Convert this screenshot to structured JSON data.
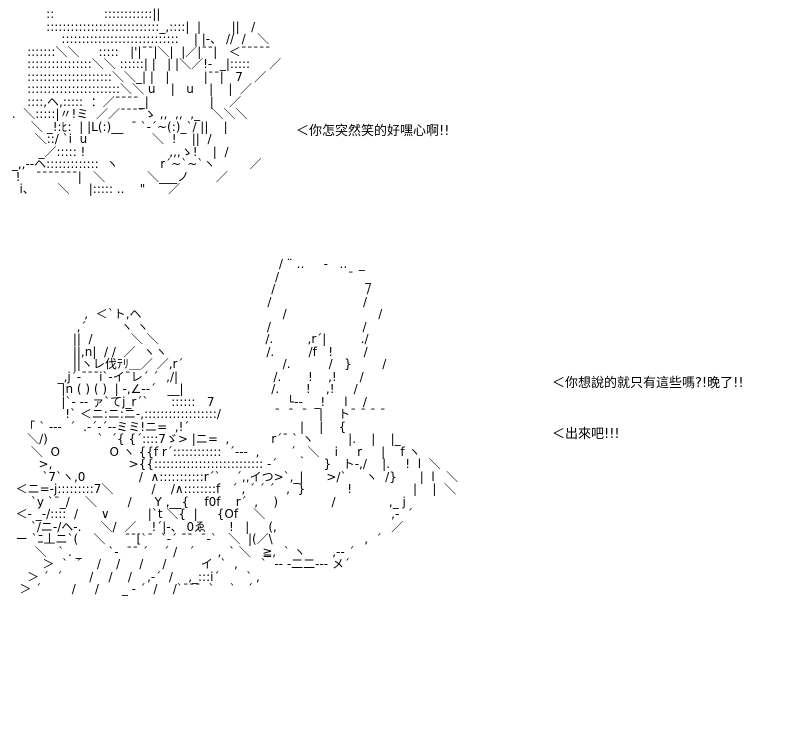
{
  "panel_top": {
    "speech": "＜你怎突然笑的好嘿心啊!!"
  },
  "panel_bottom": {
    "speech_1": "＜你想說的就只有這些嗎?!晚了!!",
    "speech_2": "＜出來吧!!!"
  }
}
